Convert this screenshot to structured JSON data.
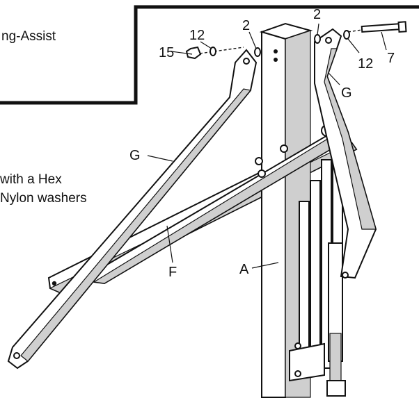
{
  "callout_box": {
    "text": "ng-Assist"
  },
  "instruction_text": {
    "line1": "with a Hex",
    "line2": "Nylon washers"
  },
  "part_labels": {
    "nut_15": "15",
    "washer_12_left": "12",
    "spacer_2_left": "2",
    "spacer_2_right": "2",
    "washer_12_right": "12",
    "bolt_7": "7",
    "arm_g_right": "G",
    "arm_g_left": "G",
    "brace_f": "F",
    "post_a": "A"
  }
}
